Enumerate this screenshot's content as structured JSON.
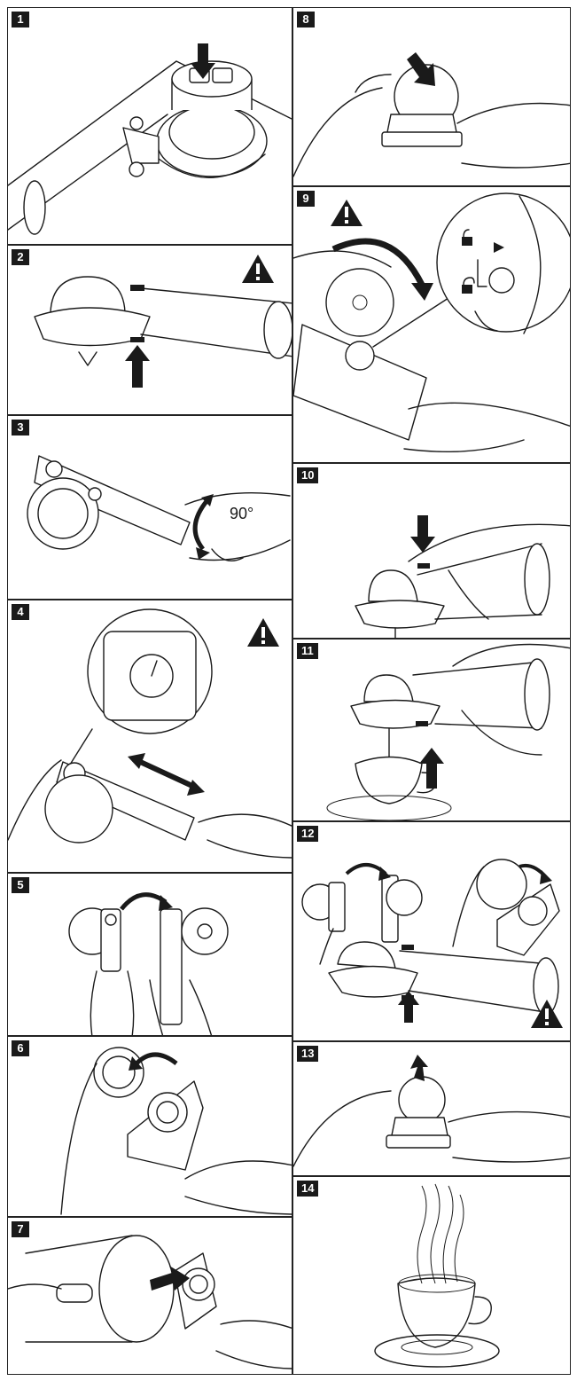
{
  "steps": [
    {
      "number": "1"
    },
    {
      "number": "2"
    },
    {
      "number": "3",
      "angle_label": "90°"
    },
    {
      "number": "4"
    },
    {
      "number": "5"
    },
    {
      "number": "6"
    },
    {
      "number": "7"
    },
    {
      "number": "8"
    },
    {
      "number": "9"
    },
    {
      "number": "10"
    },
    {
      "number": "11"
    },
    {
      "number": "12"
    },
    {
      "number": "13"
    },
    {
      "number": "14"
    }
  ],
  "colors": {
    "ink": "#1a1a1a",
    "paper": "#ffffff"
  },
  "icons": [
    "push-down-arrow-icon",
    "push-up-arrow-icon",
    "rotate-arrow-icon",
    "double-arrow-icon",
    "warning-icon",
    "padlock-icon",
    "steam-icon"
  ]
}
